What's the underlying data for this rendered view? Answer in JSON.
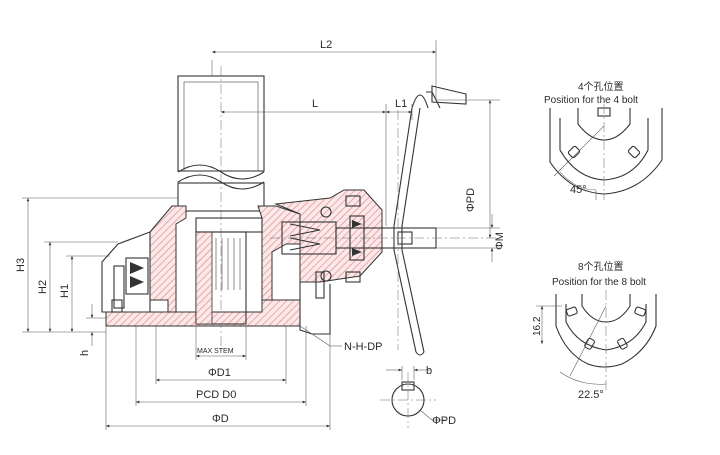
{
  "labels": {
    "L2": "L2",
    "L": "L",
    "L1": "L1",
    "PD_top": "ΦPD",
    "M": "ΦM",
    "H3": "H3",
    "H2": "H2",
    "H1": "H1",
    "h": "h",
    "max_stem": "MAX STEM",
    "D1": "ΦD1",
    "D0": "PCD D0",
    "D": "ΦD",
    "NHDP": "N-H-DP",
    "b": "b",
    "PD_small": "ΦPD"
  },
  "bolt4": {
    "title_cn": "4个孔位置",
    "title_en": "Position for the 4 bolt",
    "angle": "45°"
  },
  "bolt8": {
    "title_cn": "8个孔位置",
    "title_en": "Position for the 8 bolt",
    "angle": "22.5°",
    "offset": "16.2"
  },
  "colors": {
    "hatch": "#e58a8a",
    "line": "#333333"
  }
}
